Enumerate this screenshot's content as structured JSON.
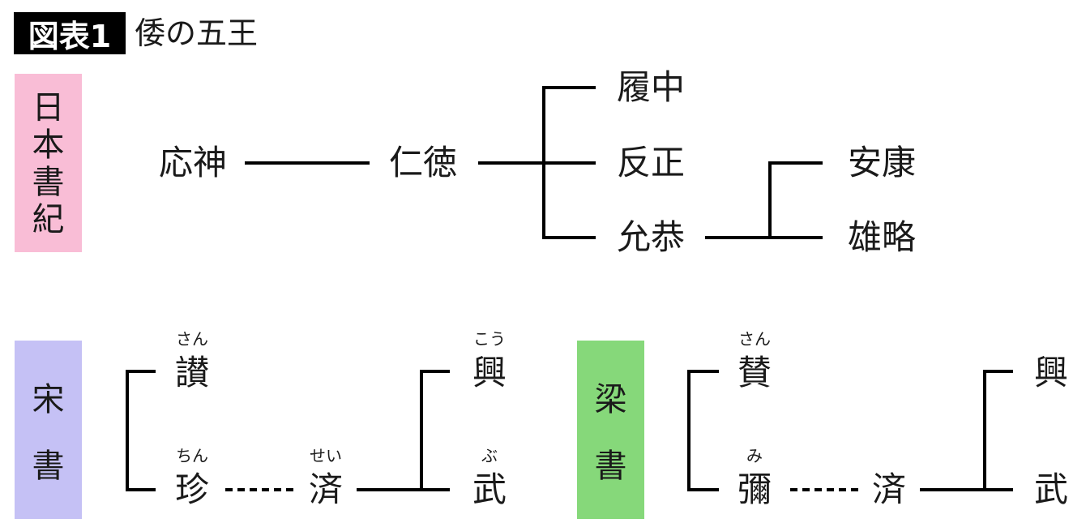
{
  "title": {
    "label": "図表1",
    "text": "倭の五王"
  },
  "nihonshoki": {
    "label": [
      "日",
      "本",
      "書",
      "紀"
    ],
    "color": "#f9bdd6",
    "nodes": {
      "ojin": "応神",
      "nintoku": "仁徳",
      "richu": "履中",
      "hanzei": "反正",
      "ingyo": "允恭",
      "anko": "安康",
      "yuryaku": "雄略"
    }
  },
  "songshu": {
    "label": [
      "宋",
      "書"
    ],
    "color": "#c5c1f5",
    "nodes": {
      "san": {
        "kanji": "讃",
        "ruby": "さん"
      },
      "chin": {
        "kanji": "珍",
        "ruby": "ちん"
      },
      "sei": {
        "kanji": "済",
        "ruby": "せい"
      },
      "ko": {
        "kanji": "興",
        "ruby": "こう"
      },
      "bu": {
        "kanji": "武",
        "ruby": "ぶ"
      }
    }
  },
  "liangshu": {
    "label": [
      "梁",
      "書"
    ],
    "color": "#86d87a",
    "nodes": {
      "san": {
        "kanji": "賛",
        "ruby": "さん"
      },
      "mi": {
        "kanji": "彌",
        "ruby": "み"
      },
      "sei": {
        "kanji": "済"
      },
      "ko": {
        "kanji": "興"
      },
      "bu": {
        "kanji": "武"
      }
    }
  }
}
